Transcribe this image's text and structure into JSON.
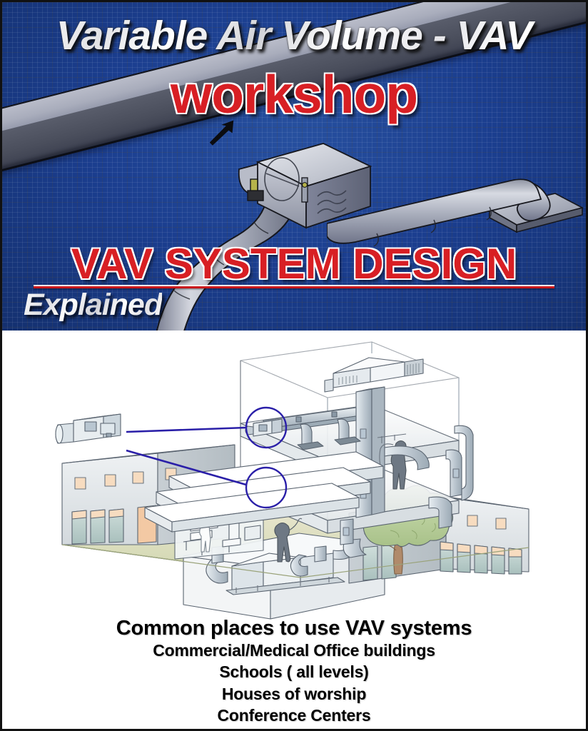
{
  "poster": {
    "header": {
      "title_main": "Variable Air Volume - VAV",
      "title_sub": "workshop",
      "title_design": "VAV SYSTEM DESIGN",
      "title_explained": "Explained",
      "colors": {
        "blueprint_blue": "#1b3e8f",
        "accent_red": "#d81f24",
        "metal_light": "#b9bcc9",
        "metal_dark": "#4a4e5c"
      },
      "graphics": {
        "duct_trunk": "rectangular-supply-duct",
        "flow_arrow": "airflow-arrow",
        "vav_box": "vav-terminal-unit",
        "round_duct_right": "flexible-round-duct-to-diffuser",
        "round_duct_down": "flexible-round-duct-downspout"
      }
    },
    "illustration": {
      "alt": "Cutaway isometric view of a multi-story building showing VAV terminal units, supply ductwork, rooftop air handler and a basement air handling unit",
      "callout_label": "vav-terminal-unit-callout",
      "highlight_circles": 2,
      "colors": {
        "wall": "#e3e7ea",
        "duct": "#c3ccd4",
        "tree_foliage": "#b9d09a",
        "ground": "#ddddc2",
        "grass": "#c6d2a6",
        "window_glass": "#b7ccc9",
        "window_top": "#f5d4b6",
        "callout_line": "#2a1fa8",
        "person": "#6e7884"
      }
    },
    "caption": {
      "title": "Common places to use VAV systems",
      "items": [
        "Commercial/Medical Office buildings",
        "Schools ( all levels)",
        "Houses of worship",
        "Conference Centers"
      ]
    }
  }
}
